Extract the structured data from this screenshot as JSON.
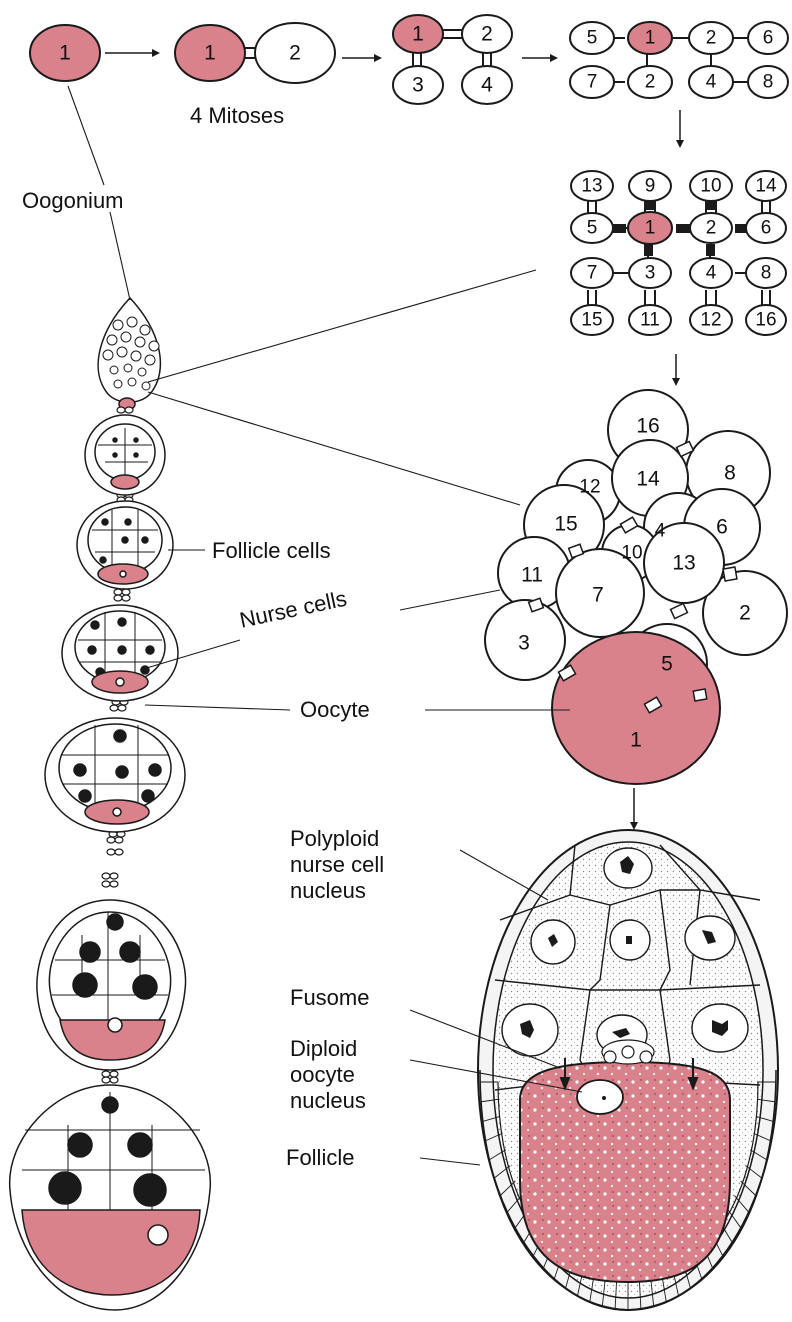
{
  "colors": {
    "oocyte_fill": "#d9828c",
    "outline": "#1a1a1a",
    "cytoplasm_stipple": "#e9e6e6"
  },
  "labels": {
    "mitoses": "4 Mitoses",
    "oogonium": "Oogonium",
    "follicle_cells": "Follicle cells",
    "nurse_cells": "Nurse cells",
    "oocyte": "Oocyte",
    "polyploid_nucleus": "Polyploid nurse cell nucleus",
    "fusome": "Fusome",
    "diploid_nucleus": "Diploid oocyte nucleus",
    "follicle": "Follicle"
  },
  "cells": {
    "stage1": [
      "1"
    ],
    "stage2": [
      "1",
      "2"
    ],
    "stage3": [
      "1",
      "2",
      "3",
      "4"
    ],
    "stage4": [
      "5",
      "1",
      "2",
      "6",
      "7",
      "2",
      "4",
      "8"
    ],
    "stage5": [
      "13",
      "9",
      "10",
      "14",
      "5",
      "1",
      "2",
      "6",
      "7",
      "3",
      "4",
      "8",
      "15",
      "11",
      "12",
      "16"
    ],
    "cluster": [
      "16",
      "14",
      "8",
      "12",
      "15",
      "4",
      "6",
      "10",
      "13",
      "11",
      "7",
      "2",
      "3",
      "5",
      "1"
    ]
  }
}
